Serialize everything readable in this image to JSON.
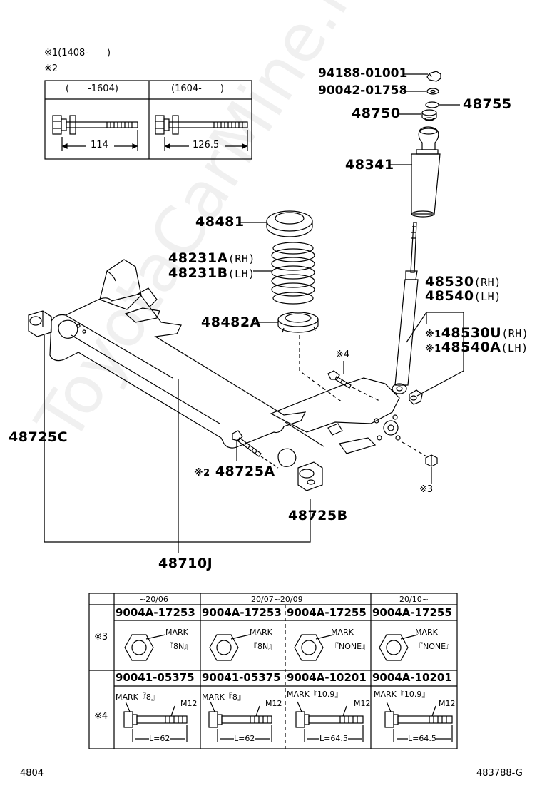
{
  "watermark": "ToyotaCarMine.ru",
  "notes": {
    "note1": "※1(1408-　　)",
    "note2": "※2"
  },
  "bolt_table": {
    "col1_header": "(　　-1604)",
    "col2_header": "(1604-　　)",
    "col1_length": "114",
    "col2_length": "126.5"
  },
  "parts": {
    "p94188": "94188-01001",
    "p90042": "90042-01758",
    "p48750": "48750",
    "p48755": "48755",
    "p48341": "48341",
    "p48481": "48481",
    "p48231a": "48231A",
    "p48231a_side": "(RH)",
    "p48231b": "48231B",
    "p48231b_side": "(LH)",
    "p48530": "48530",
    "p48530_side": "(RH)",
    "p48540": "48540",
    "p48540_side": "(LH)",
    "p48482a": "48482A",
    "p48530u_mark": "※1",
    "p48530u": "48530U",
    "p48530u_side": "(RH)",
    "p48540a_mark": "※1",
    "p48540a": "48540A",
    "p48540a_side": "(LH)",
    "mark4": "※4",
    "p48725c": "48725C",
    "p48725a_mark": "※2",
    "p48725a": "48725A",
    "mark3": "※3",
    "p48725b": "48725B",
    "p48710j": "48710J"
  },
  "spec_table": {
    "headers": [
      "~20/06",
      "20/07~20/09",
      "20/10~"
    ],
    "row3_label": "※3",
    "row4_label": "※4",
    "row3_parts": [
      "9004A-17253",
      "9004A-17253",
      "9004A-17255",
      "9004A-17255"
    ],
    "row3_marks": [
      "MARK",
      "MARK",
      "MARK",
      "MARK"
    ],
    "row3_values": [
      "『8N』",
      "『8N』",
      "『NONE』",
      "『NONE』"
    ],
    "row4_parts": [
      "90041-05375",
      "90041-05375",
      "9004A-10201",
      "9004A-10201"
    ],
    "row4_marks": [
      "MARK『8』",
      "MARK『8』",
      "MARK『10.9』",
      "MARK『10.9』"
    ],
    "row4_thread": [
      "M12",
      "M12",
      "M12",
      "M12"
    ],
    "row4_length": [
      "L=62",
      "L=62",
      "L=64.5",
      "L=64.5"
    ]
  },
  "footer": {
    "left": "4804",
    "right": "483788-G"
  }
}
